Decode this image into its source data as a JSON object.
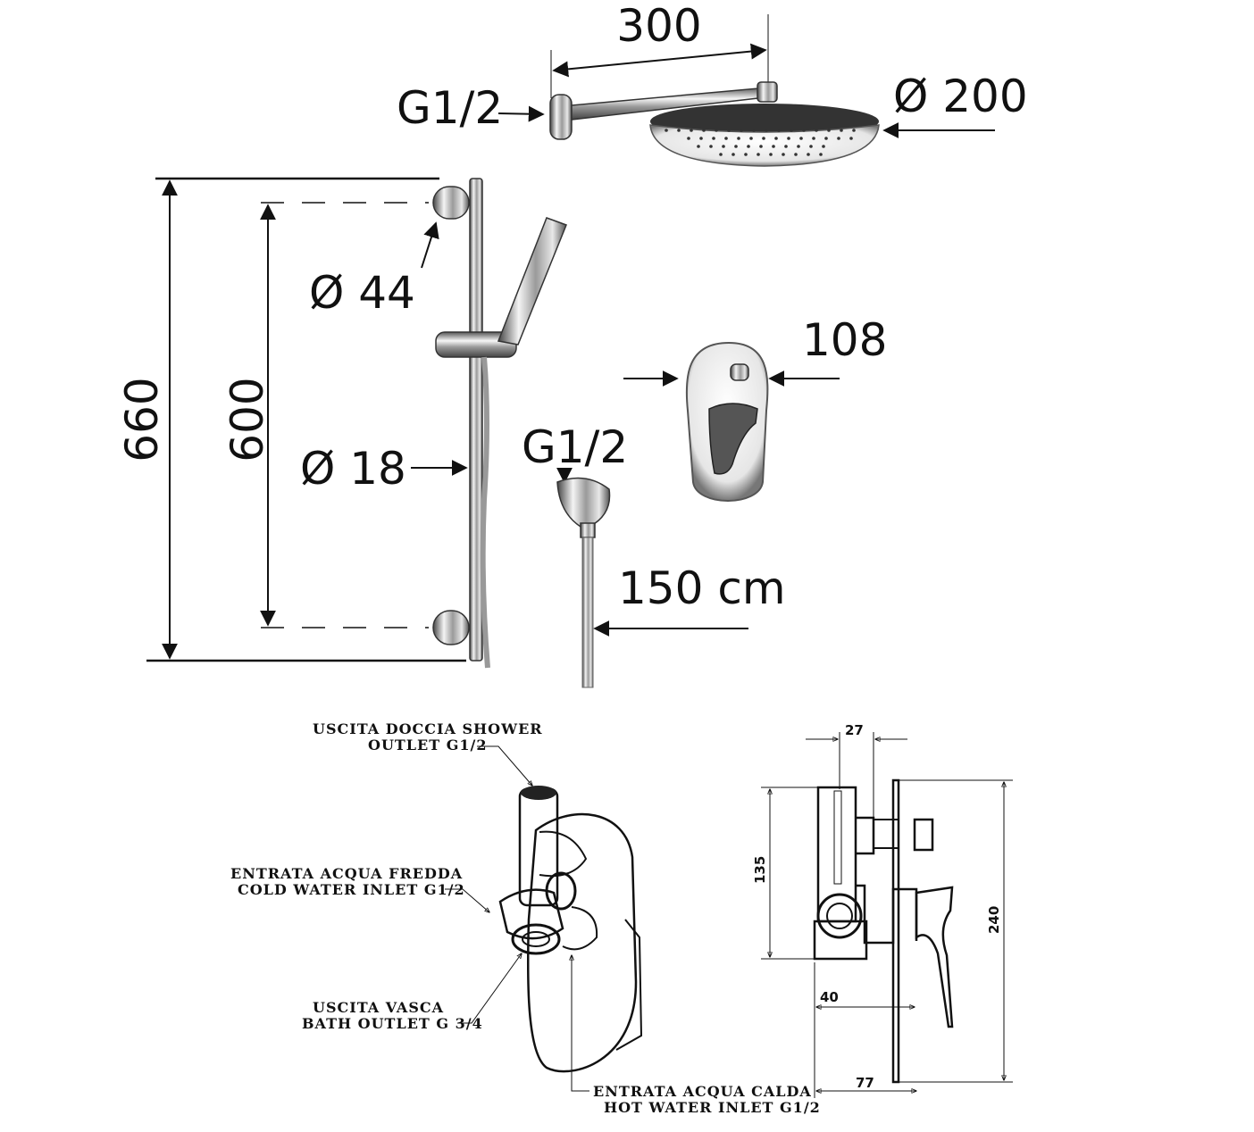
{
  "top": {
    "arm_length": "300",
    "head_diameter": "Ø 200",
    "arm_thread": "G1/2"
  },
  "rail": {
    "total_height": "660",
    "bracket_spacing": "600",
    "bracket_diameter": "Ø 44",
    "bar_diameter": "Ø 18"
  },
  "hose": {
    "outlet_thread": "G1/2",
    "length": "150 cm"
  },
  "mixer": {
    "plate_width": "108"
  },
  "valve_labels": {
    "shower_outlet_1": "USCITA DOCCIA SHOWER",
    "shower_outlet_2": "OUTLET  G1/2",
    "cold_inlet_1": "ENTRATA ACQUA FREDDA",
    "cold_inlet_2": "COLD WATER INLET  G1/2",
    "bath_outlet_1": "USCITA VASCA",
    "bath_outlet_2": "BATH OUTLET G 3/4",
    "hot_inlet_1": "ENTRATA ACQUA CALDA",
    "hot_inlet_2": "HOT WATER INLET G1/2"
  },
  "section": {
    "dim_27": "27",
    "dim_135": "135",
    "dim_240": "240",
    "dim_40": "40",
    "dim_77": "77"
  }
}
